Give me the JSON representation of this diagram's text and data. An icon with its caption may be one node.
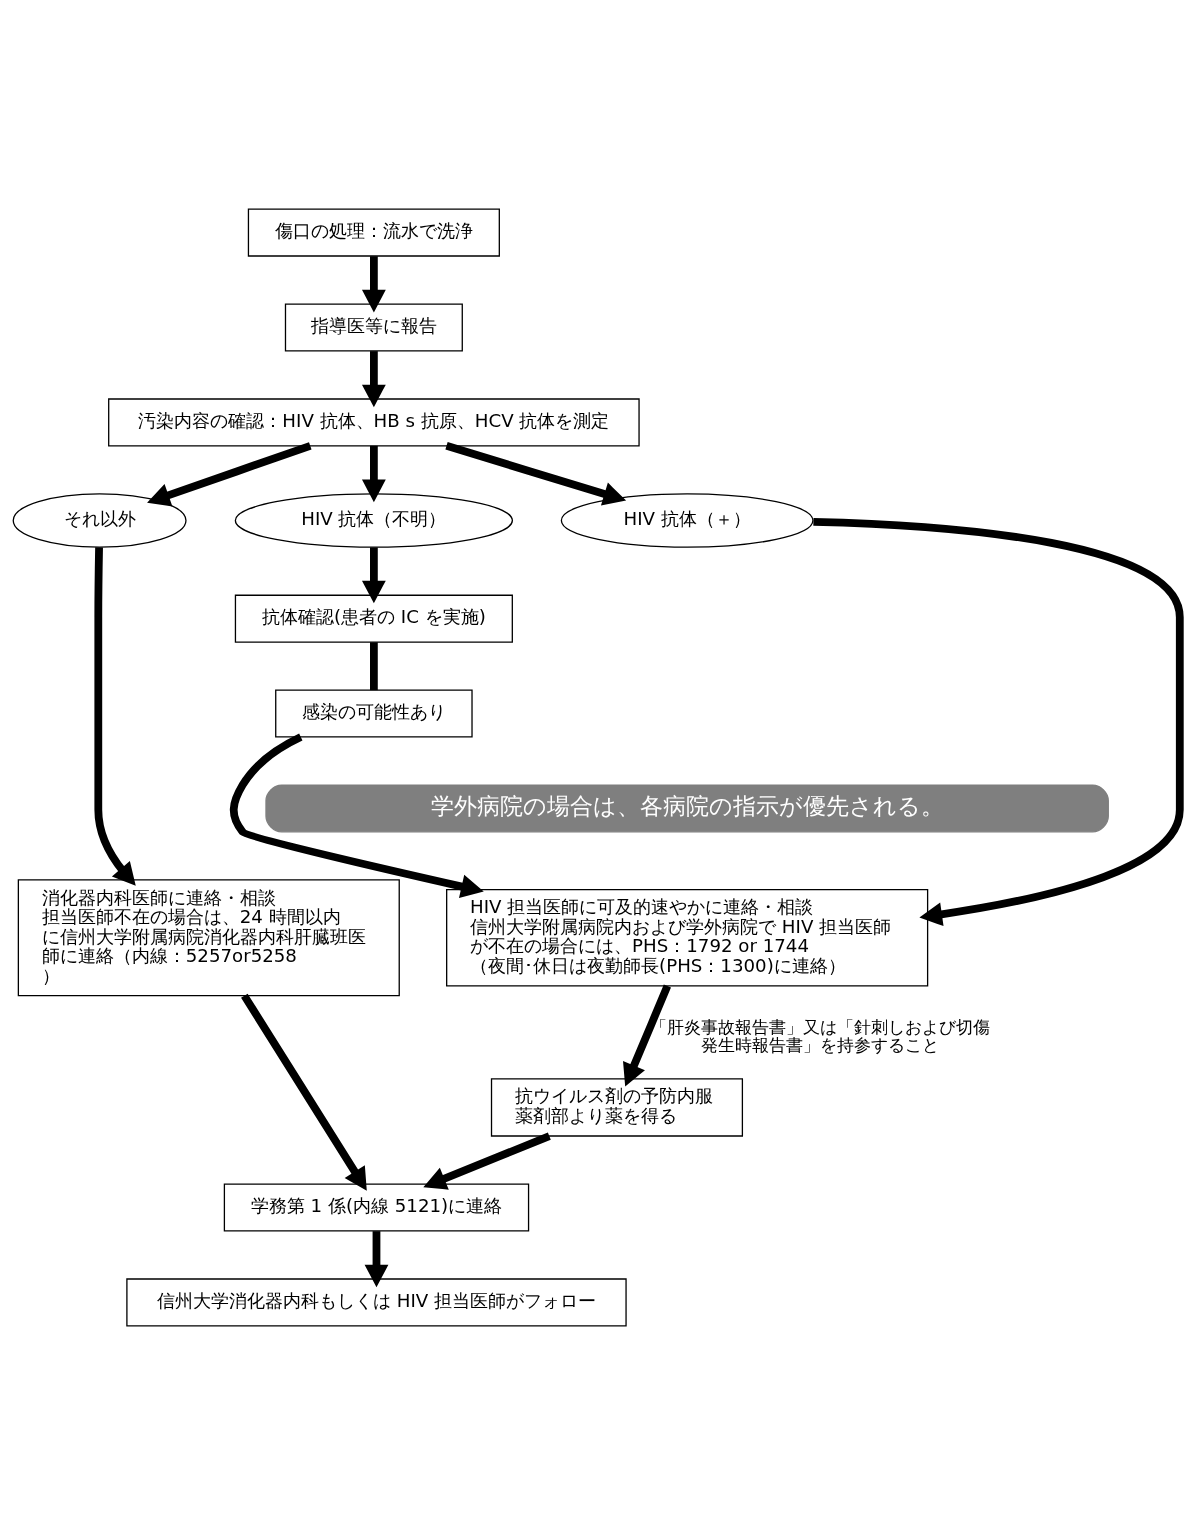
{
  "diagram": {
    "nodes": [
      {
        "text": [
          "傷口の処理：流水で洗浄"
        ]
      },
      {
        "text": [
          "指導医等に報告"
        ]
      },
      {
        "text": [
          "汚染内容の確認：HIV 抗体、HB s 抗原、HCV 抗体を測定"
        ]
      },
      {
        "text": [
          "HIV 抗体（不明）"
        ]
      },
      {
        "text": [
          "HIV 抗体（＋）"
        ]
      },
      {
        "text": [
          "それ以外"
        ]
      },
      {
        "text": [
          "抗体確認(患者の IC を実施)"
        ]
      },
      {
        "text": [
          "感染の可能性あり"
        ]
      },
      {
        "text": [
          "学外病院の場合は、各病院の指示が優先される。"
        ]
      },
      {
        "text": [
          "HIV 担当医師に可及的速やかに連絡・相談",
          "信州大学附属病院内および学外病院で HIV 担当医師が不在の場合には、PHS：1792 or 1744",
          "（夜間･休日は夜勤師長(PHS：1300)に連絡）"
        ]
      },
      {
        "text": [
          "消化器内科医師に連絡・相談",
          "担当医師不在の場合は、24 時間以内に信州大学附属病院消化器内科肝臓班医師に連絡（内線：5257or5258）"
        ]
      },
      {
        "text": [
          "抗ウイルス剤の予防内服",
          "薬剤部より薬を得る"
        ]
      },
      {
        "text": [
          "学務第 1 係(内線 5121)に連絡"
        ]
      },
      {
        "text": [
          "信州大学消化器内科もしくは HIV 担当医師がフォロー"
        ]
      }
    ],
    "edges": [
      {
        "from": 0,
        "to": 1,
        "arrow": "to"
      },
      {
        "from": 1,
        "to": 2,
        "arrow": "to"
      },
      {
        "from": 2,
        "to": 3,
        "arrow": "to"
      },
      {
        "from": 2,
        "to": 4,
        "arrow": "to"
      },
      {
        "from": 2,
        "to": 5,
        "arrow": "to"
      },
      {
        "from": 3,
        "to": 6,
        "arrow": "to"
      },
      {
        "from": 6,
        "to": 7,
        "arrow": "none"
      },
      {
        "from": 7,
        "to": 9,
        "arrow": "to"
      },
      {
        "from": 4,
        "to": 9,
        "arrow": "to"
      },
      {
        "from": 5,
        "to": 10,
        "arrow": "to"
      },
      {
        "from": 9,
        "to": 11,
        "arrow": "to",
        "label": "「肝炎事故報告書」又は「針刺しおよび切傷発生時報告書」を持参すること"
      },
      {
        "from": 11,
        "to": 12,
        "arrow": "to"
      },
      {
        "from": 10,
        "to": 12,
        "arrow": "to"
      },
      {
        "from": 12,
        "to": 13,
        "arrow": "to"
      }
    ]
  }
}
